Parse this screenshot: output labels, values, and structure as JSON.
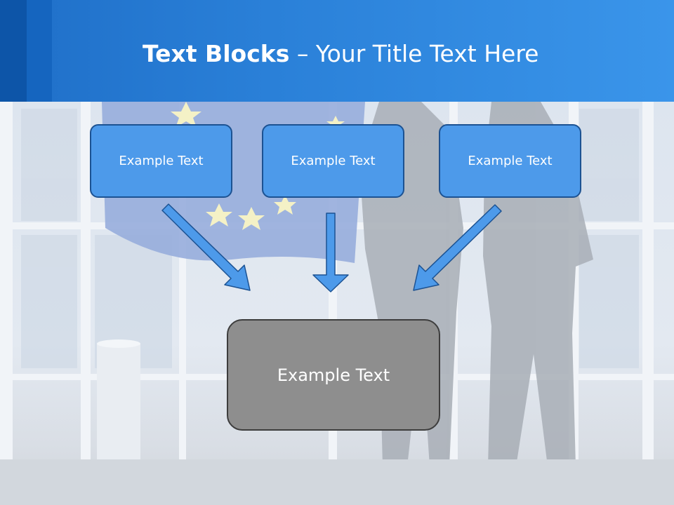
{
  "slide": {
    "title_bold": "Text Blocks",
    "title_dash": " – ",
    "title_rest": "Your Title Text Here"
  },
  "boxes": [
    {
      "label": "Example Text"
    },
    {
      "label": "Example Text"
    },
    {
      "label": "Example Text"
    }
  ],
  "result_box": {
    "label": "Example Text"
  },
  "colors": {
    "header": "#2a80d8",
    "box_fill": "#4d9aea",
    "box_border": "#1c5292",
    "result_fill": "#8e8e8e",
    "arrow": "#4d9aea"
  }
}
